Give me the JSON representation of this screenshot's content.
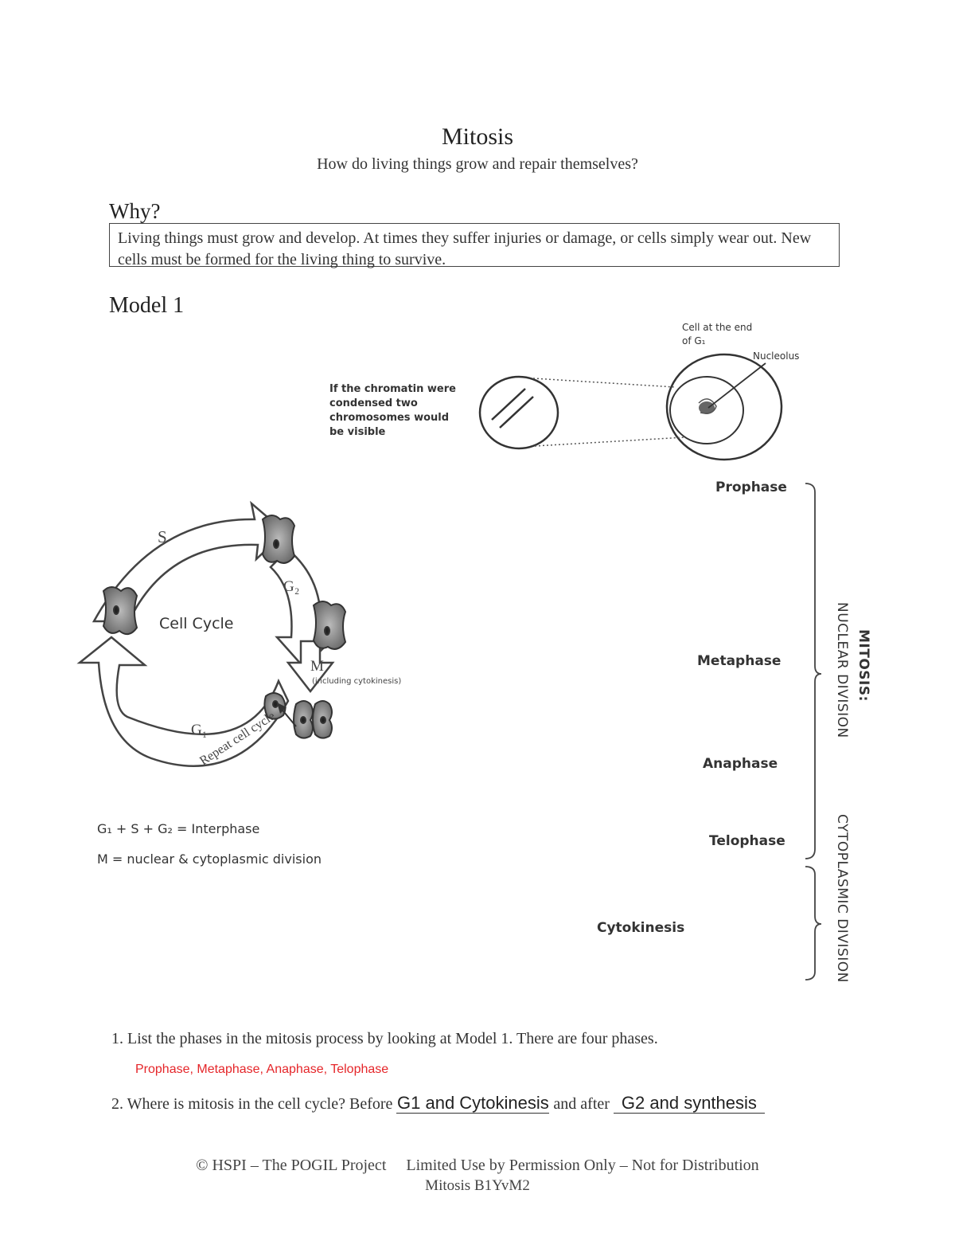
{
  "header": {
    "title": "Mitosis",
    "subtitle": "How do living things grow and repair themselves?"
  },
  "why": {
    "heading": "Why?",
    "text": "Living things must grow and develop. At times they suffer injuries or damage, or cells simply wear out. New cells must be formed for the living thing to survive."
  },
  "model": {
    "heading": "Model 1",
    "cell_label": "Cell at the end of G₁",
    "nucleolus_label": "Nucleolus",
    "chromatin_note": "If the chromatin were condensed two chromosomes would be visible",
    "cycle_center": "Cell Cycle",
    "s_label": "S",
    "g2_label": "G₂",
    "m_label": "M",
    "m_sub": "(including cytokinesis)",
    "g1_label": "G₁",
    "repeat_label": "Repeat cell cycle",
    "eq1": "G₁ + S + G₂ = Interphase",
    "eq2": "M = nuclear & cytoplasmic division",
    "phases": [
      "Prophase",
      "Metaphase",
      "Anaphase",
      "Telophase",
      "Cytokinesis"
    ],
    "mitosis_label_bold": "MITOSIS:",
    "mitosis_label": "NUCLEAR DIVISION",
    "cyto_label": "CYTOPLASMIC DIVISION"
  },
  "questions": [
    {
      "text": "1. List the phases in the mitosis process by looking at Model 1. There are four phases.",
      "answer": "Prophase, Metaphase, Anaphase, Telophase"
    },
    {
      "text_pre": "2. Where is mitosis in the cell cycle?  Before",
      "answer1": "G1 and Cytokinesis",
      "text_mid": "and after",
      "answer2": "G2 and synthesis"
    }
  ],
  "footer": {
    "line1": "© HSPI – The POGIL Project     Limited Use by Permission Only – Not for Distribution",
    "line2": "Mitosis B1YvM2"
  }
}
